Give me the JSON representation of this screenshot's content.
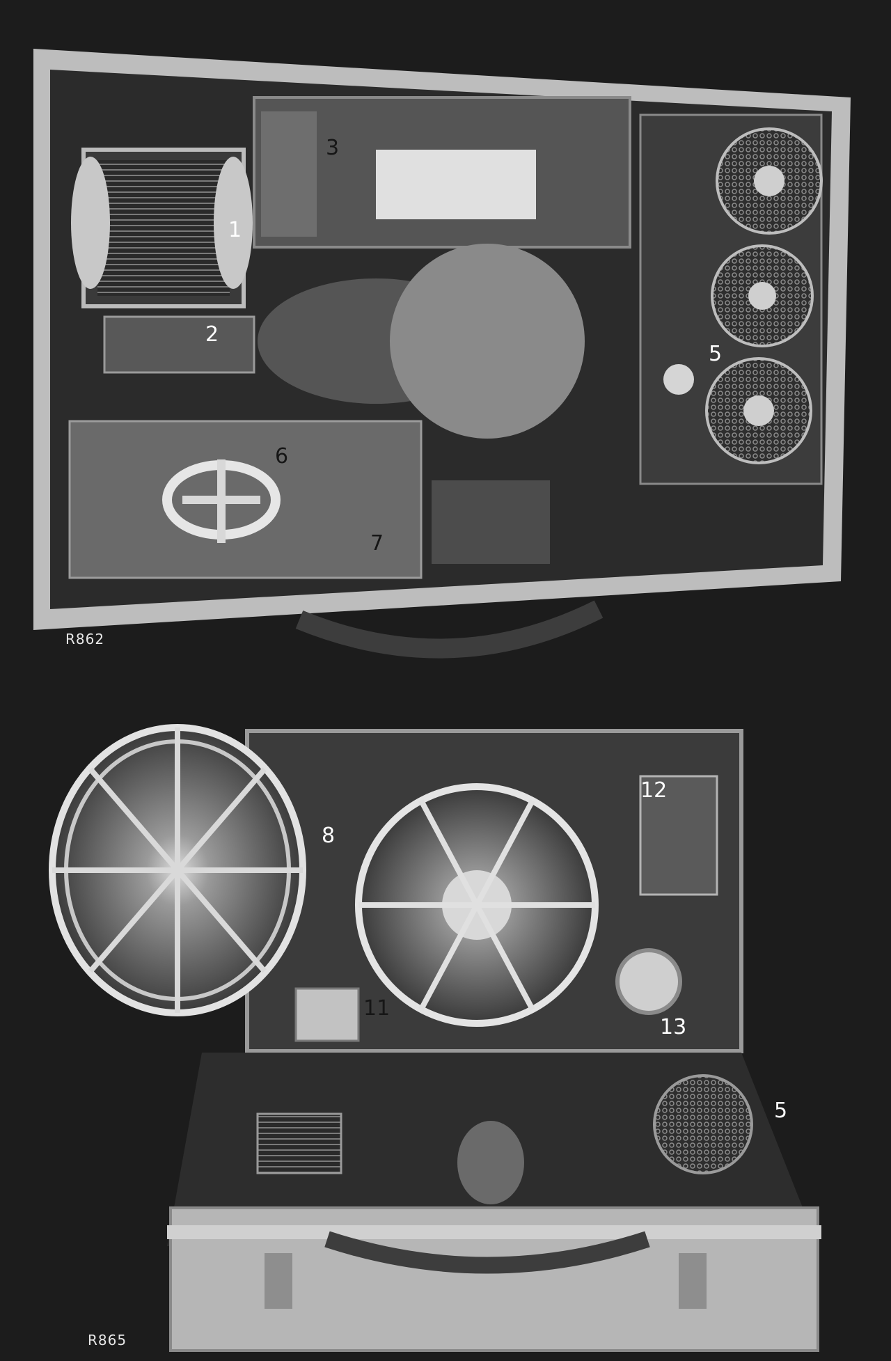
{
  "photo": {
    "callouts": {
      "c1": "1",
      "c2": "2",
      "c3": "3",
      "c5_upper": "5",
      "c5_lower": "5",
      "c6": "6",
      "c7": "7",
      "c8": "8",
      "c11": "11",
      "c12": "12",
      "c13": "13"
    },
    "negative_numbers": {
      "top": "R862",
      "bottom": "R865"
    }
  }
}
